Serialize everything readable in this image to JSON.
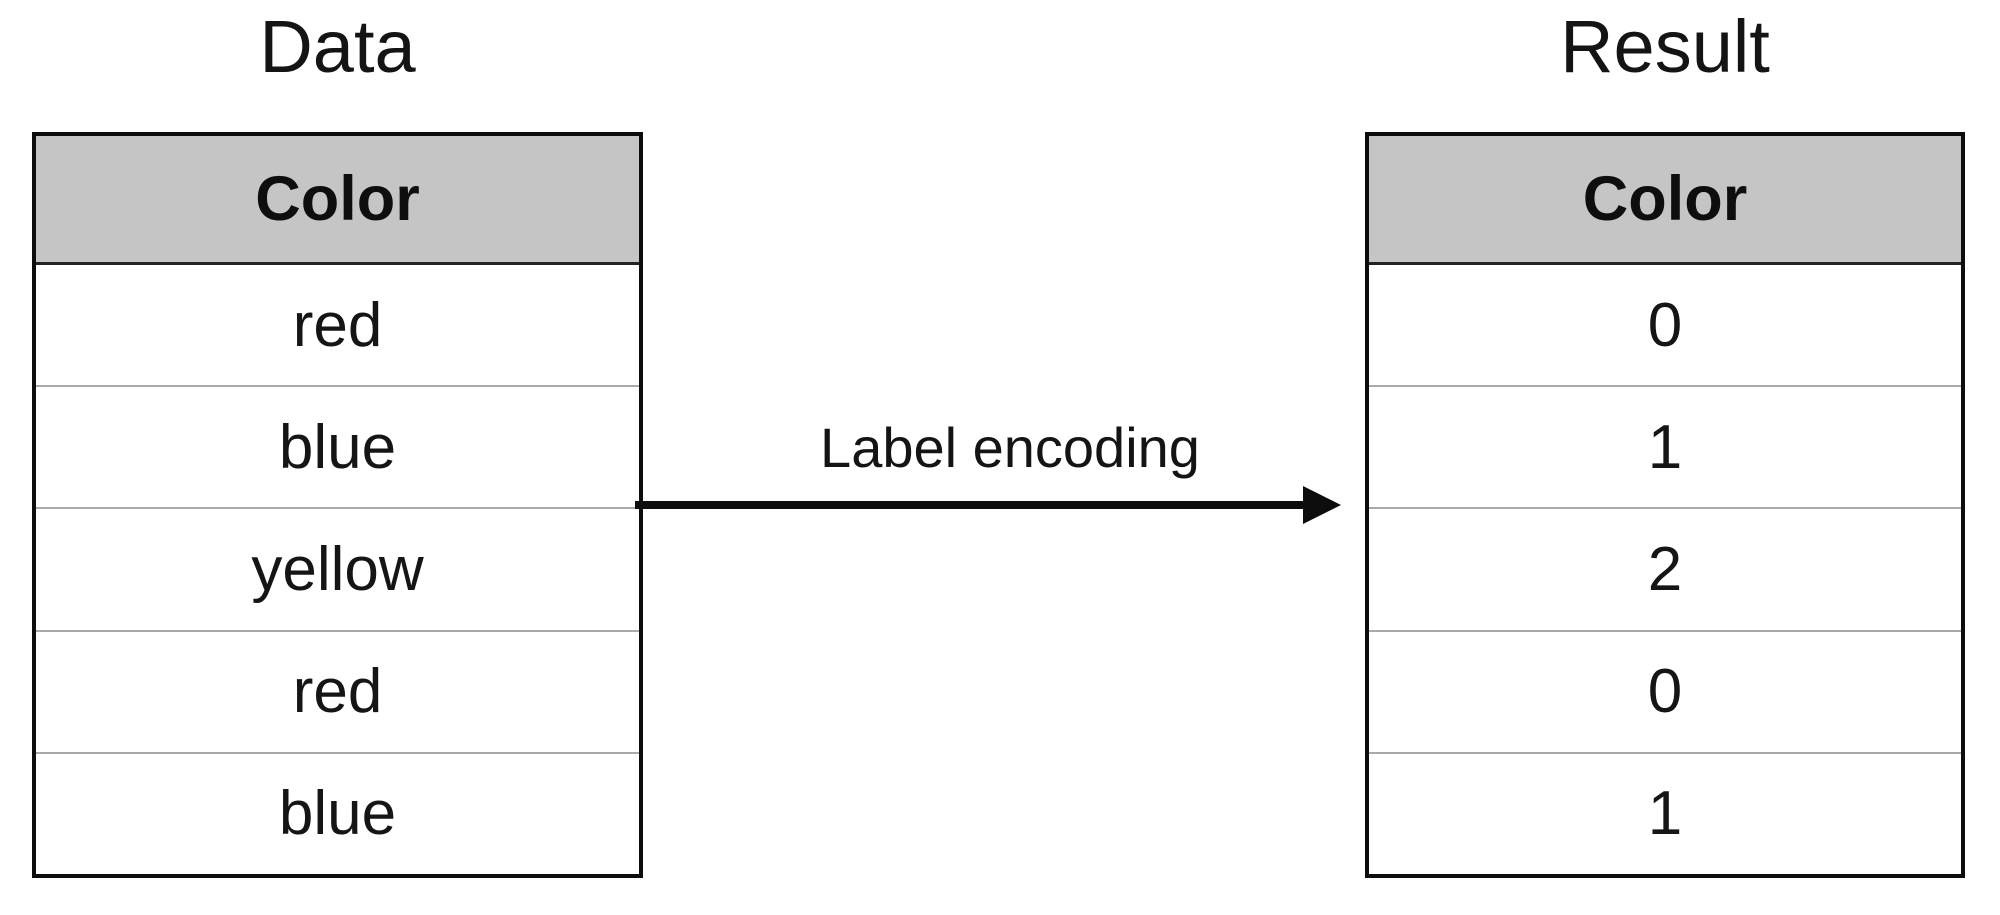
{
  "diagram": {
    "left_table": {
      "title": "Data",
      "header": "Color",
      "rows": [
        "red",
        "blue",
        "yellow",
        "red",
        "blue"
      ]
    },
    "right_table": {
      "title": "Result",
      "header": "Color",
      "rows": [
        "0",
        "1",
        "2",
        "0",
        "1"
      ]
    },
    "arrow_label": "Label encoding"
  },
  "colors": {
    "header_background": "#c5c5c5",
    "table_border": "#0d0d0d",
    "row_separator": "#a9a9a9",
    "text": "#141414",
    "page_background": "#ffffff"
  }
}
